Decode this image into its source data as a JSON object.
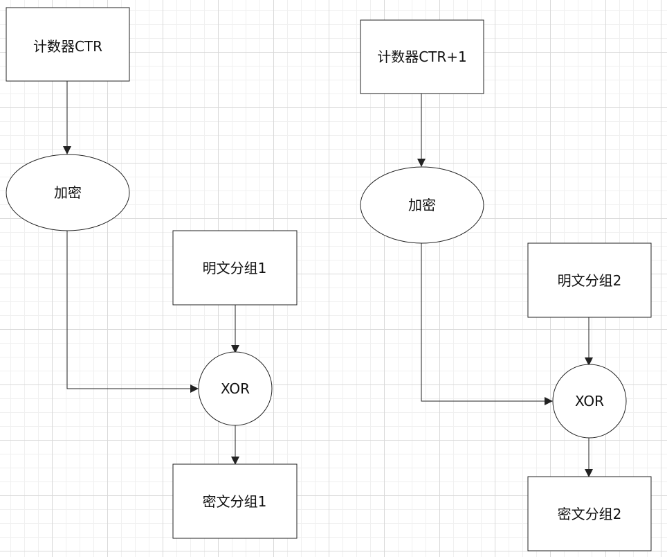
{
  "colors": {
    "stroke": "#222222",
    "text": "#111111",
    "node_fill": "#ffffff"
  },
  "nodes": {
    "ctr1": {
      "label": "计数器CTR"
    },
    "enc1": {
      "label": "加密"
    },
    "plain1": {
      "label": "明文分组1"
    },
    "xor1": {
      "label": "XOR"
    },
    "cipher1": {
      "label": "密文分组1"
    },
    "ctr2": {
      "label": "计数器CTR+1"
    },
    "enc2": {
      "label": "加密"
    },
    "plain2": {
      "label": "明文分组2"
    },
    "xor2": {
      "label": "XOR"
    },
    "cipher2": {
      "label": "密文分组2"
    }
  },
  "edges": [
    {
      "from": "ctr1",
      "to": "enc1"
    },
    {
      "from": "enc1",
      "to": "xor1"
    },
    {
      "from": "plain1",
      "to": "xor1"
    },
    {
      "from": "xor1",
      "to": "cipher1"
    },
    {
      "from": "ctr2",
      "to": "enc2"
    },
    {
      "from": "enc2",
      "to": "xor2"
    },
    {
      "from": "plain2",
      "to": "xor2"
    },
    {
      "from": "xor2",
      "to": "cipher2"
    }
  ]
}
